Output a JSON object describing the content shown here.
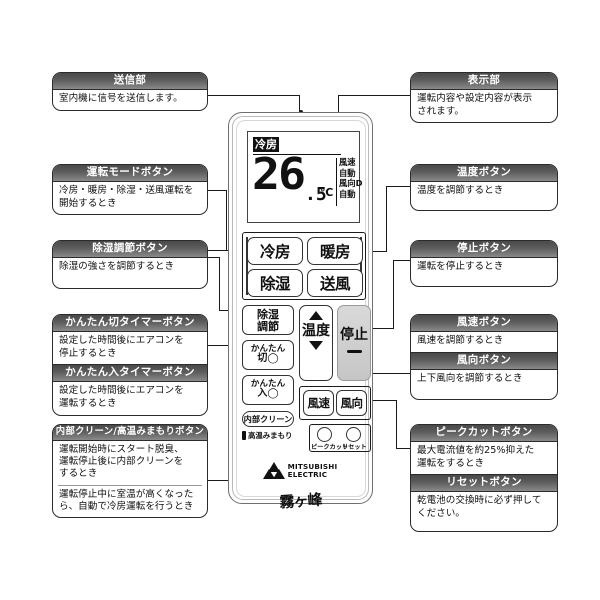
{
  "callouts": {
    "transmitter": {
      "title": "送信部",
      "body": [
        "室内機に信号を送信します。"
      ]
    },
    "display": {
      "title": "表示部",
      "body": [
        "運転内容や設定内容が表示",
        "されます。"
      ]
    },
    "mode_button": {
      "title": "運転モードボタン",
      "body": [
        "冷房・暖房・除湿・送風運転を",
        "開始するとき"
      ]
    },
    "temp_button": {
      "title": "温度ボタン",
      "body": [
        "温度を調節するとき"
      ]
    },
    "dehum_adjust": {
      "title": "除湿調節ボタン",
      "body": [
        "除湿の強さを調節するとき"
      ]
    },
    "stop_button": {
      "title": "停止ボタン",
      "body": [
        "運転を停止するとき"
      ]
    },
    "off_timer": {
      "title": "かんたん切タイマーボタン",
      "body": [
        "設定した時間後にエアコンを",
        "停止するとき"
      ]
    },
    "on_timer": {
      "title": "かんたん入タイマーボタン",
      "body": [
        "設定した時間後にエアコンを",
        "運転するとき"
      ]
    },
    "fan_speed": {
      "title": "風速ボタン",
      "body": [
        "風速を調節するとき"
      ]
    },
    "air_direction": {
      "title": "風向ボタン",
      "body": [
        "上下風向を調節するとき"
      ]
    },
    "clean_button": {
      "title": "内部クリーン/高温みまもりボタン",
      "body": [
        "運転開始時にスタート脱臭、",
        "運転停止後に内部クリーンを",
        "するとき"
      ],
      "body2": [
        "運転停止中に室温が高くなった",
        "ら、自動で冷房運転を行うとき"
      ]
    },
    "peak_cut": {
      "title": "ピークカットボタン",
      "body": [
        "最大電流値を約25%抑えた",
        "運転をするとき"
      ]
    },
    "reset_button": {
      "title": "リセットボタン",
      "body": [
        "乾電池の交換時に必ず押して",
        "ください。"
      ]
    }
  },
  "remote": {
    "lcd": {
      "mode": "冷房",
      "temp_int": "26",
      "temp_dec": ".5",
      "unit": "℃",
      "right_lines": [
        "風速",
        "自動",
        "風向D",
        "自動"
      ]
    },
    "mode_buttons": [
      {
        "name": "cooling",
        "label": "冷房"
      },
      {
        "name": "heating",
        "label": "暖房"
      },
      {
        "name": "dehumidify",
        "label": "除湿"
      },
      {
        "name": "fan",
        "label": "送風"
      }
    ],
    "dehum_adjust_button": {
      "line1": "除湿",
      "line2": "調節"
    },
    "off_timer_button": {
      "line1": "かんたん",
      "line2": "切◯"
    },
    "on_timer_button": {
      "line1": "かんたん",
      "line2": "入◯"
    },
    "clean_button_label": "内部クリーン",
    "warm_guard_label": "高温みまもり",
    "temp_button_label": "温度",
    "stop_button_label": "停止",
    "fan_speed_label": "風速",
    "air_direction_label": "風向",
    "peak_cut_label": "ピークカット",
    "reset_label": "リセット",
    "brand_line1": "MITSUBISHI",
    "brand_line2": "ELECTRIC",
    "brand_series": "霧ヶ峰"
  },
  "colors": {
    "header_dark": "#4a4a4a",
    "header_light": "#8a8a8a",
    "outline": "#2b2b2b",
    "lcd_ink": "#111111",
    "stop_key": "#d0d0d0"
  }
}
